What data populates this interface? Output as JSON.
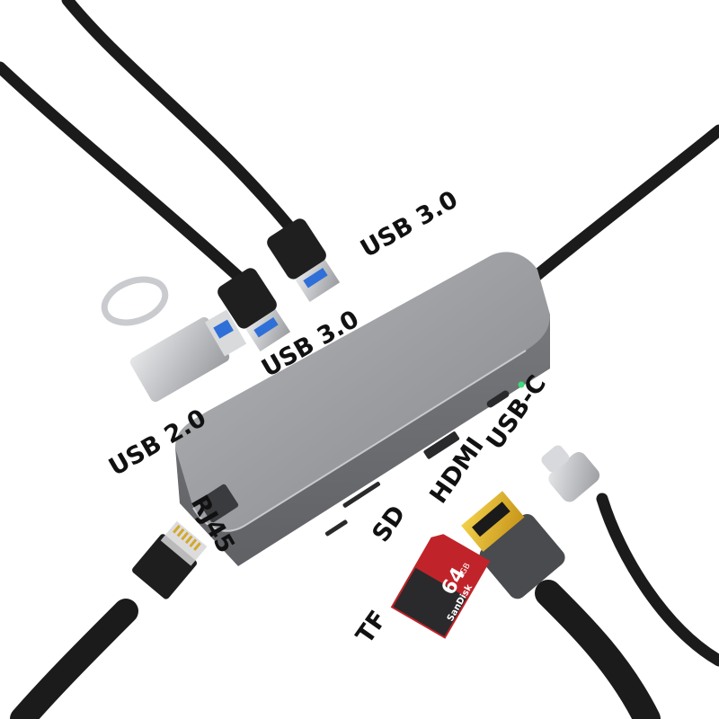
{
  "labels": {
    "usb3_top": "USB 3.0",
    "usb3_mid": "USB 3.0",
    "usb2": "USB 2.0",
    "usbc": "USB-C",
    "hdmi": "HDMI",
    "rj45": "RJ45",
    "sd": "SD",
    "tf": "TF"
  },
  "card": {
    "brand": "SanDisk",
    "capacity": "64",
    "unit": "GB"
  },
  "colors": {
    "hub_body": "#8c8e92",
    "hub_top": "#a6a8ac",
    "cable": "#1b1b1b",
    "usb3_blue": "#2f6fd8",
    "hdmi_gold": "#e0b21a",
    "card_red": "#c0242a",
    "usbc_silver": "#c9cbce"
  }
}
